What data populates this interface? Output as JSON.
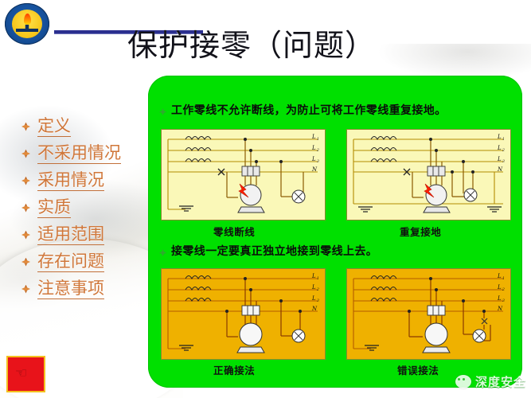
{
  "slide": {
    "title": "保护接零（问题）",
    "logo": {
      "name": "university-emblem",
      "caption": ""
    },
    "hand_box": {
      "icon": "pointing-hand-icon"
    }
  },
  "outline": {
    "items": [
      {
        "label": "定义"
      },
      {
        "label": "不采用情况"
      },
      {
        "label": "采用情况"
      },
      {
        "label": "实质"
      },
      {
        "label": "适用范围"
      },
      {
        "label": "存在问题"
      },
      {
        "label": "注意事项"
      }
    ]
  },
  "panel": {
    "headings": [
      {
        "text": "工作零线不允许断线，为防止可将工作零线重复接地。"
      },
      {
        "text": "接零线一定要真正独立地接到零线上去。"
      }
    ],
    "figures": [
      {
        "caption": "零线断线",
        "phase_labels": [
          "L₁",
          "L₂",
          "L₃",
          "N"
        ],
        "style": "pale"
      },
      {
        "caption": "重复接地",
        "phase_labels": [
          "L₁",
          "L₂",
          "L₃",
          "N"
        ],
        "style": "pale"
      },
      {
        "caption": "正确接法",
        "phase_labels": [
          "L₁",
          "L₂",
          "L₃",
          "N"
        ],
        "style": "amber"
      },
      {
        "caption": "错误接法",
        "phase_labels": [
          "L₁",
          "L₂",
          "L₃",
          "N"
        ],
        "style": "amber"
      }
    ]
  },
  "watermark": {
    "text": "深度安全",
    "icon": "wechat-icon"
  },
  "colors": {
    "panel_green": "#00e000",
    "figure_pale": "#faf8b8",
    "figure_amber": "#efb100",
    "outline_orange": "#d0773a",
    "title_rule_blue": "#2b2f8f",
    "hazard_red": "#e8131a"
  }
}
